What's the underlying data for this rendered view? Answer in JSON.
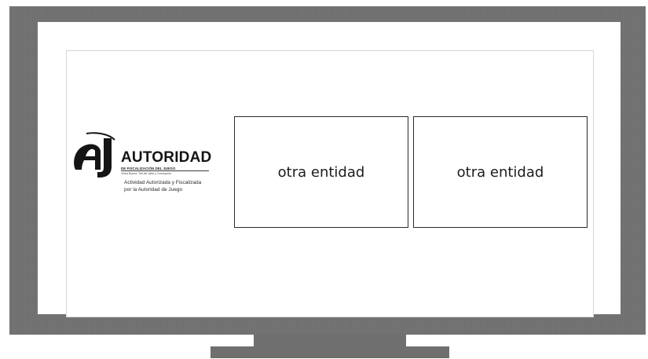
{
  "logo": {
    "title": "AUTORIDAD",
    "subtitle": "DE FISCALIZACIÓN DEL JUEGO",
    "subtitle2": "Yerba Buena, Tafí del Valle y Concepción",
    "tagline_line1": "Actividad Autorizada y Fiscalizada",
    "tagline_line2": "por la Autoridad de Juego",
    "mark_letters": "AJ"
  },
  "entities": [
    {
      "label": "otra entidad"
    },
    {
      "label": "otra entidad"
    }
  ],
  "colors": {
    "monitor": "#6f6f6f",
    "screen": "#ffffff",
    "box_border": "#2b2b2b",
    "text": "#1c1c1c"
  }
}
